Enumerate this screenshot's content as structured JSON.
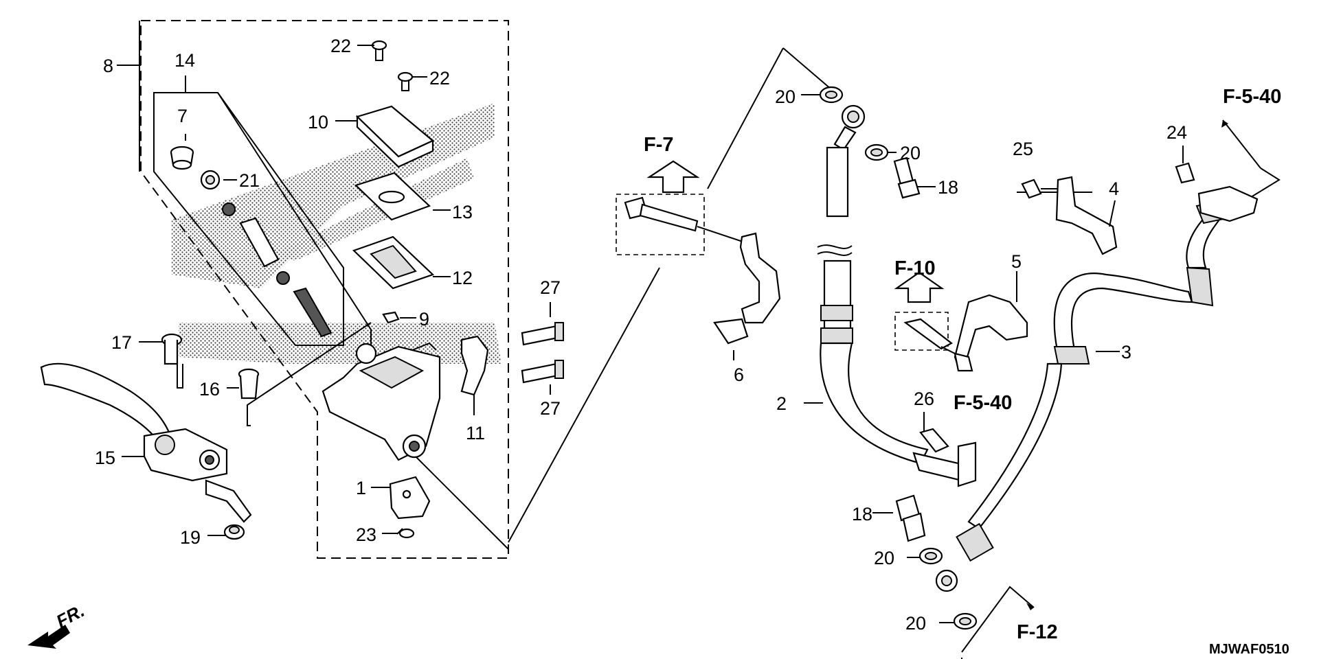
{
  "diagram": {
    "labels": {
      "p1": "1",
      "p2": "2",
      "p3": "3",
      "p4": "4",
      "p5": "5",
      "p6": "6",
      "p7": "7",
      "p8": "8",
      "p9": "9",
      "p10": "10",
      "p11": "11",
      "p12": "12",
      "p13": "13",
      "p14": "14",
      "p15": "15",
      "p16": "16",
      "p17": "17",
      "p18a": "18",
      "p18b": "18",
      "p19": "19",
      "p20a": "20",
      "p20b": "20",
      "p20c": "20",
      "p20d": "20",
      "p21": "21",
      "p22a": "22",
      "p22b": "22",
      "p23": "23",
      "p24": "24",
      "p25": "25",
      "p26": "26",
      "p27a": "27",
      "p27b": "27"
    },
    "refs": {
      "f7": "F-7",
      "f10": "F-10",
      "f540a": "F-5-40",
      "f540b": "F-5-40",
      "f12": "F-12"
    },
    "front_marker": "FR.",
    "diagram_code": "MJWAF0510"
  }
}
